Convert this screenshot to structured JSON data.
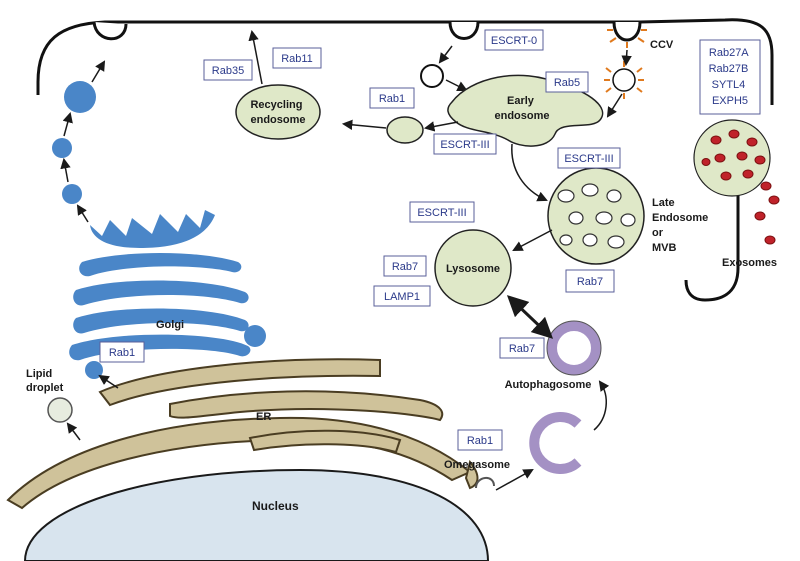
{
  "colors": {
    "golgi_blue": "#4a86c8",
    "er_tan": "#cfc29a",
    "er_stroke": "#4a3d22",
    "organelle_green": "#dfe8c8",
    "nucleus_blue": "#d8e4ee",
    "autophagy_purple": "#a491c4",
    "exosome_red": "#c0222a",
    "ccv_orange": "#e07a1e",
    "box_border": "#5a5f9a",
    "box_text": "#2b3a8a"
  },
  "labels": {
    "recycling_endosome": [
      "Recycling",
      "endosome"
    ],
    "early_endosome": [
      "Early",
      "endosome"
    ],
    "lysosome": "Lysosome",
    "late_endosome": [
      "Late",
      "Endosome",
      "or",
      "MVB"
    ],
    "exosomes": "Exosomes",
    "golgi": "Golgi",
    "er": "ER",
    "nucleus": "Nucleus",
    "lipid_droplet": [
      "Lipid",
      "droplet"
    ],
    "autophagosome": "Autophagosome",
    "omegasome": "Omegasome",
    "ccv": "CCV"
  },
  "boxes": {
    "rab35": "Rab35",
    "rab11": "Rab11",
    "escrt0": "ESCRT-0",
    "rab1_top": "Rab1",
    "rab5": "Rab5",
    "escrt3_a": "ESCRT-III",
    "escrt3_b": "ESCRT-III",
    "escrt3_c": "ESCRT-III",
    "rab7_lyso": "Rab7",
    "lamp1": "LAMP1",
    "rab7_mvb": "Rab7",
    "rab7_auto": "Rab7",
    "rab1_golgi": "Rab1",
    "rab1_omega": "Rab1",
    "exo_regulators": [
      "Rab27A",
      "Rab27B",
      "SYTL4",
      "EXPH5"
    ]
  }
}
